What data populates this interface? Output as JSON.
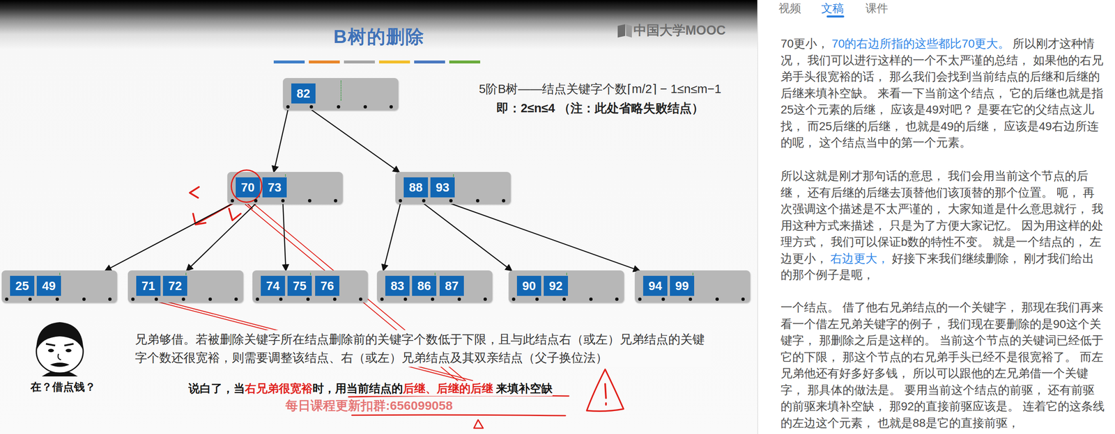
{
  "diagram": {
    "title": "B树的删除",
    "nodes": [
      {
        "text": [
          "82"
        ]
      },
      {
        "text": [
          "70",
          "73"
        ]
      },
      {
        "text": [
          "88",
          "93"
        ]
      },
      {
        "text": [
          "25",
          "49"
        ]
      },
      {
        "text": [
          "71",
          "72"
        ]
      },
      {
        "text": [
          "74",
          "75",
          "76"
        ]
      },
      {
        "text": [
          "83",
          "86",
          "87"
        ]
      },
      {
        "text": [
          "90",
          "92"
        ]
      },
      {
        "text": [
          "94",
          "99"
        ]
      }
    ],
    "edges": [
      {
        "from": 0,
        "to": 1,
        "arrow": "to"
      },
      {
        "from": 0,
        "to": 2,
        "arrow": "to"
      },
      {
        "from": 1,
        "to": 3,
        "arrow": "to"
      },
      {
        "from": 1,
        "to": 4,
        "arrow": "to"
      },
      {
        "from": 1,
        "to": 5,
        "arrow": "to"
      },
      {
        "from": 2,
        "to": 6,
        "arrow": "to"
      },
      {
        "from": 2,
        "to": 7,
        "arrow": "to"
      },
      {
        "from": 2,
        "to": 8,
        "arrow": "to"
      }
    ],
    "labels": [
      "中国大学MOOC",
      "5阶B树——结点关键字个数⌈m/2⌉ − 1≤n≤m−1",
      "即：2≤n≤4 （注：此处省略失败结点）",
      "兄弟够借。若被删除关键字所在结点删除前的关键字个数低于下限，且与此结点右（或左）兄弟结点的关键字个数还很宽裕，则需要调整该结点、右（或左）兄弟结点及其双亲结点（父子换位法）",
      "在？借点钱？",
      "说白了，当",
      "右兄弟很宽裕",
      "时，用当前结点的",
      "后继、后继的后继",
      "来填补空缺",
      "每日课程更新扣群:656099058",
      "视频",
      "文稿",
      "课件",
      "70更小，",
      "70的右边所指的这些都比70更大。",
      "所以刚才这种情况， 我们可以进行这样的一个不太严谨的总结， 如果他的右兄弟手头很宽裕的话， 那么我们会找到当前结点的后继和后继的后继来填补空缺。 来看一下当前这个结点， 它的后继也就是指25这个元素的后继， 应该是49对吧？ 是要在它的父结点这儿找， 而25后继的后继， 也就是49的后继， 应该是49右边所连的呢， 这个结点当中的第一个元素。",
      "所以这就是刚才那句话的意思， 我们会用当前这个节点的后继， 还有后继的后继去顶替他们该顶替的那个位置。 呃， 再次强调这个描述是不太严谨的， 大家知道是什么意思就行， 我用这种方式来描述， 只是为了方便大家记忆。 因为用这样的处理方式， 我们可以保证b数的特性不变。 就是一个结点的， 左边更小，",
      "右边更大，",
      "好接下来我们继续删除， 刚才我们给出的那个例子是呃，",
      "一个结点。 借了他右兄弟结点的一个关键字， 那现在我们再来看一个借左兄弟关键字的例子， 我们现在要删除的是90这个关键字， 那删除之后是这样的。 当前这个节点的关键词已经低于它的下限， 那这个节点的右兄弟手头已经不是很宽裕了。 而左兄弟他还有好多好多钱， 所以可以跟他的左兄弟借一个关键字， 那具体的做法是。 要用当前这个结点的前驱， 还有前驱的前驱来填补空缺， 那92的直接前驱应该是。 连着它的这条线的左边这个元素， 也就是88是它的直接前驱，"
    ]
  }
}
